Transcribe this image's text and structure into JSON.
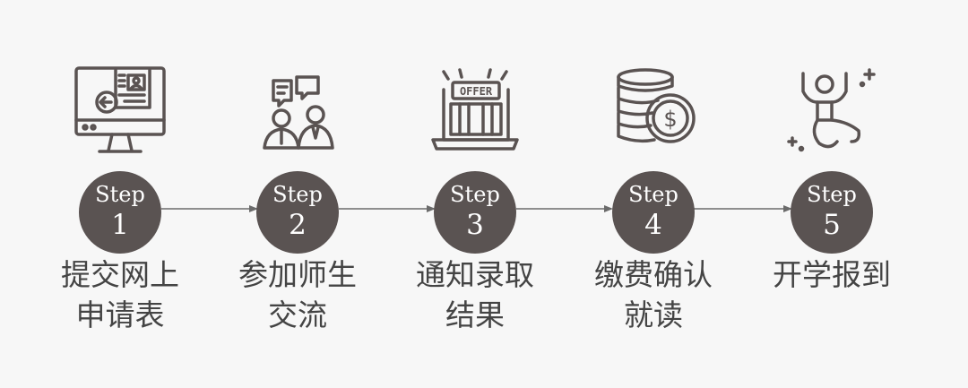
{
  "step_word": "Step",
  "steps": [
    {
      "num": "1",
      "line1": "提交网上",
      "line2": "申请表",
      "icon": "computer-application-icon"
    },
    {
      "num": "2",
      "line1": "参加师生",
      "line2": "交流",
      "icon": "teacher-student-chat-icon"
    },
    {
      "num": "3",
      "line1": "通知录取",
      "line2": "结果",
      "icon": "offer-laptop-icon"
    },
    {
      "num": "4",
      "line1": "缴费确认",
      "line2": "就读",
      "icon": "coins-dollar-icon"
    },
    {
      "num": "5",
      "line1": "开学报到",
      "line2": "",
      "icon": "celebrating-person-icon"
    }
  ],
  "offer_sign_text": "OFFER",
  "coin_symbol": "$",
  "colors": {
    "circle": "#5a5352",
    "icon_stroke": "#5a5352",
    "arrow": "#6b6b6b",
    "label": "#444444",
    "background": "#f7f7f7"
  }
}
